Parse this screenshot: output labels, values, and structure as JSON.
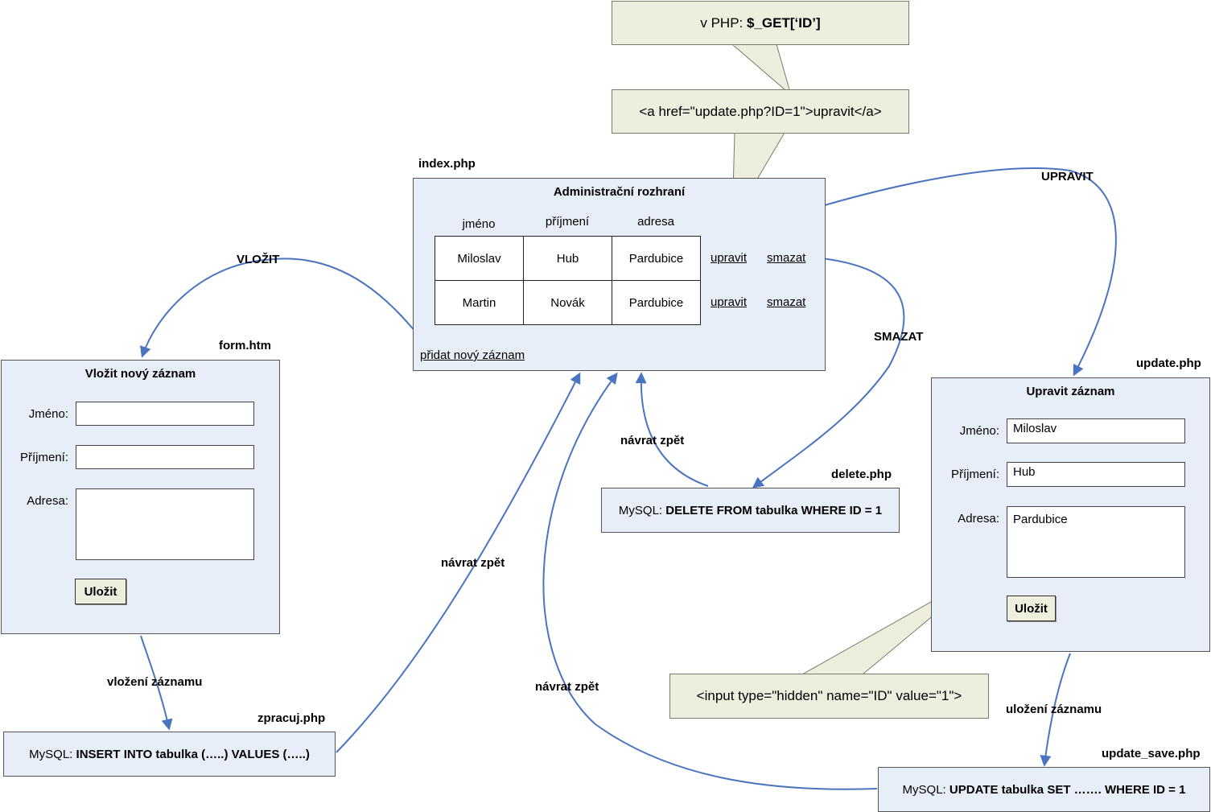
{
  "callouts": {
    "get": {
      "prefix": "v PHP: ",
      "code": "$_GET[‘ID’]"
    },
    "href": "<a href=\"update.php?ID=1\">upravit</a>",
    "hidden": "<input type=\"hidden\" name=\"ID\" value=\"1\">"
  },
  "index": {
    "file": "index.php",
    "title": "Administrační rozhraní",
    "columns": [
      "jméno",
      "příjmení",
      "adresa"
    ],
    "rows": [
      [
        "Miloslav",
        "Hub",
        "Pardubice"
      ],
      [
        "Martin",
        "Novák",
        "Pardubice"
      ]
    ],
    "edit_link": "upravit",
    "delete_link": "smazat",
    "add_link": "přidat nový záznam"
  },
  "form": {
    "file": "form.htm",
    "title": "Vložit nový záznam",
    "labels": {
      "name": "Jméno:",
      "surname": "Příjmení:",
      "address": "Adresa:"
    },
    "save": "Uložit"
  },
  "update": {
    "file": "update.php",
    "title": "Upravit záznam",
    "labels": {
      "name": "Jméno:",
      "surname": "Příjmení:",
      "address": "Adresa:"
    },
    "values": {
      "name": "Miloslav",
      "surname": "Hub",
      "address": "Pardubice"
    },
    "save": "Uložit"
  },
  "delete": {
    "file": "delete.php",
    "sql_prefix": "MySQL: ",
    "sql": "DELETE FROM tabulka WHERE ID = 1"
  },
  "zpracuj": {
    "file": "zpracuj.php",
    "sql_prefix": "MySQL: ",
    "sql": "INSERT INTO tabulka (…..) VALUES (…..)"
  },
  "update_save": {
    "file": "update_save.php",
    "sql_prefix": "MySQL: ",
    "sql": "UPDATE tabulka SET ……. WHERE ID = 1"
  },
  "arrows": {
    "vlozit": "VLOŽIT",
    "upravit": "UPRAVIT",
    "smazat": "SMAZAT",
    "navrat1": "návrat zpět",
    "navrat2": "návrat zpět",
    "navrat3": "návrat zpět",
    "vlozeni": "vložení záznamu",
    "ulozeni": "uložení záznamu"
  },
  "colors": {
    "arrow": "#4a74c0",
    "panel": "#e8eef8",
    "callout": "#eeeedf"
  }
}
